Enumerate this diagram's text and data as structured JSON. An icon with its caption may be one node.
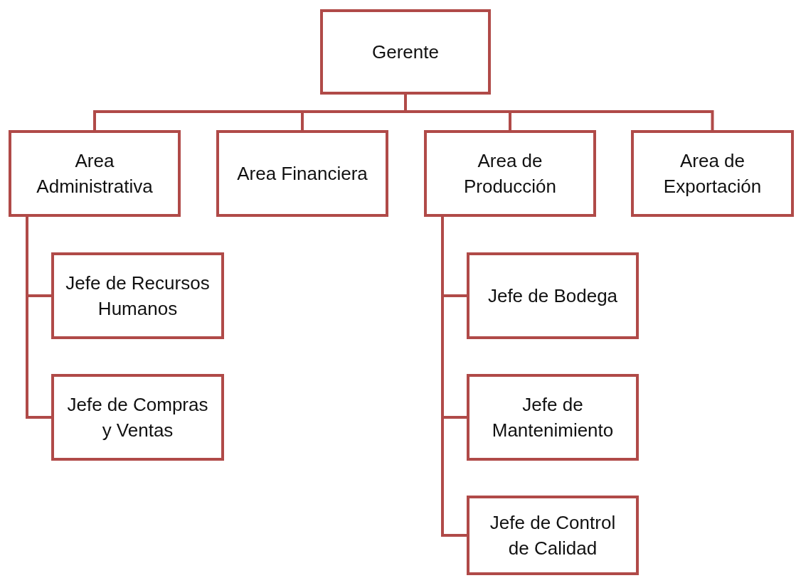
{
  "diagram": {
    "nodes": [
      {
        "text": [
          "Gerente"
        ]
      },
      {
        "text": [
          "Area Administrativa"
        ]
      },
      {
        "text": [
          "Area Financiera"
        ]
      },
      {
        "text": [
          "Area de Producción"
        ]
      },
      {
        "text": [
          "Area de Exportación"
        ]
      },
      {
        "text": [
          "Jefe de Recursos Humanos"
        ]
      },
      {
        "text": [
          "Jefe de Compras y Ventas"
        ]
      },
      {
        "text": [
          "Jefe de Bodega"
        ]
      },
      {
        "text": [
          "Jefe de Mantenimiento"
        ]
      },
      {
        "text": [
          "Jefe de Control de Calidad"
        ]
      }
    ],
    "edges": [
      {
        "from": 0,
        "to": 1,
        "arrow": "none"
      },
      {
        "from": 0,
        "to": 2,
        "arrow": "none"
      },
      {
        "from": 0,
        "to": 3,
        "arrow": "none"
      },
      {
        "from": 0,
        "to": 4,
        "arrow": "none"
      },
      {
        "from": 1,
        "to": 5,
        "arrow": "none"
      },
      {
        "from": 1,
        "to": 6,
        "arrow": "none"
      },
      {
        "from": 3,
        "to": 7,
        "arrow": "none"
      },
      {
        "from": 3,
        "to": 8,
        "arrow": "none"
      },
      {
        "from": 3,
        "to": 9,
        "arrow": "none"
      }
    ]
  }
}
